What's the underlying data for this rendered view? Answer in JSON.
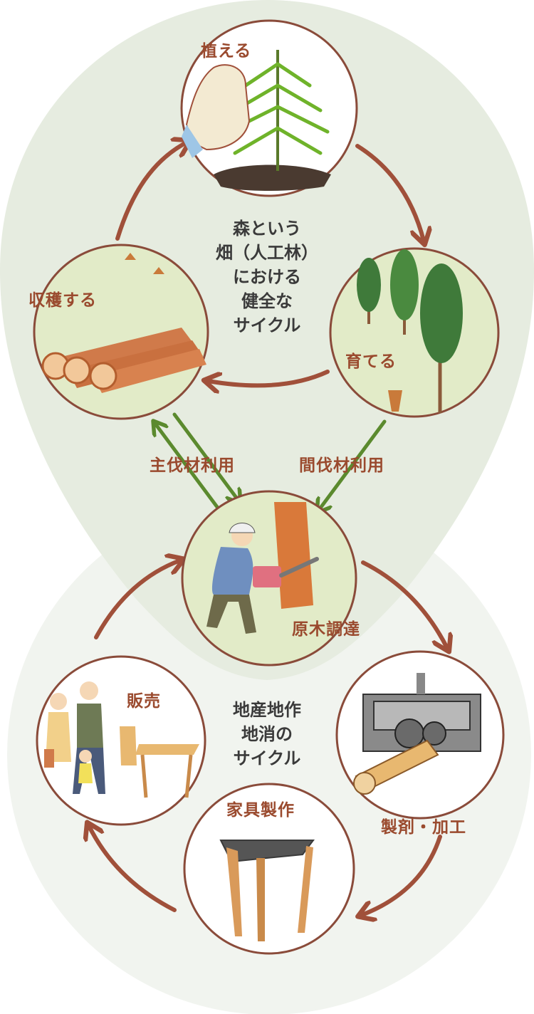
{
  "cycles": {
    "forest": {
      "title_lines": [
        "森という",
        "畑（人工林）",
        "における",
        "健全な",
        "サイクル"
      ]
    },
    "local": {
      "title_lines": [
        "地産地作",
        "地消の",
        "サイクル"
      ]
    }
  },
  "stages": {
    "plant": "植える",
    "grow": "育てる",
    "harvest": "収穫する",
    "procure": "原木調達",
    "process": "製剤・加工",
    "furniture": "家具製作",
    "sale": "販売"
  },
  "flows": {
    "main_felling": "主伐材利用",
    "thinning": "間伐材利用"
  },
  "colors": {
    "forest_bg": "#e6ece0",
    "local_bg": "#f1f4ef",
    "circle_border": "#8a4b3a",
    "circle_fill": "#dfe9c4",
    "arrow_brown": "#a0503a",
    "arrow_green": "#5b8a2e",
    "label_text": "#9a4a2e"
  },
  "icons": [
    "planting-seedling-icon",
    "growing-trees-icon",
    "harvest-logs-icon",
    "logger-chainsaw-icon",
    "sawmill-machine-icon",
    "stool-furniture-icon",
    "family-shopping-icon"
  ]
}
